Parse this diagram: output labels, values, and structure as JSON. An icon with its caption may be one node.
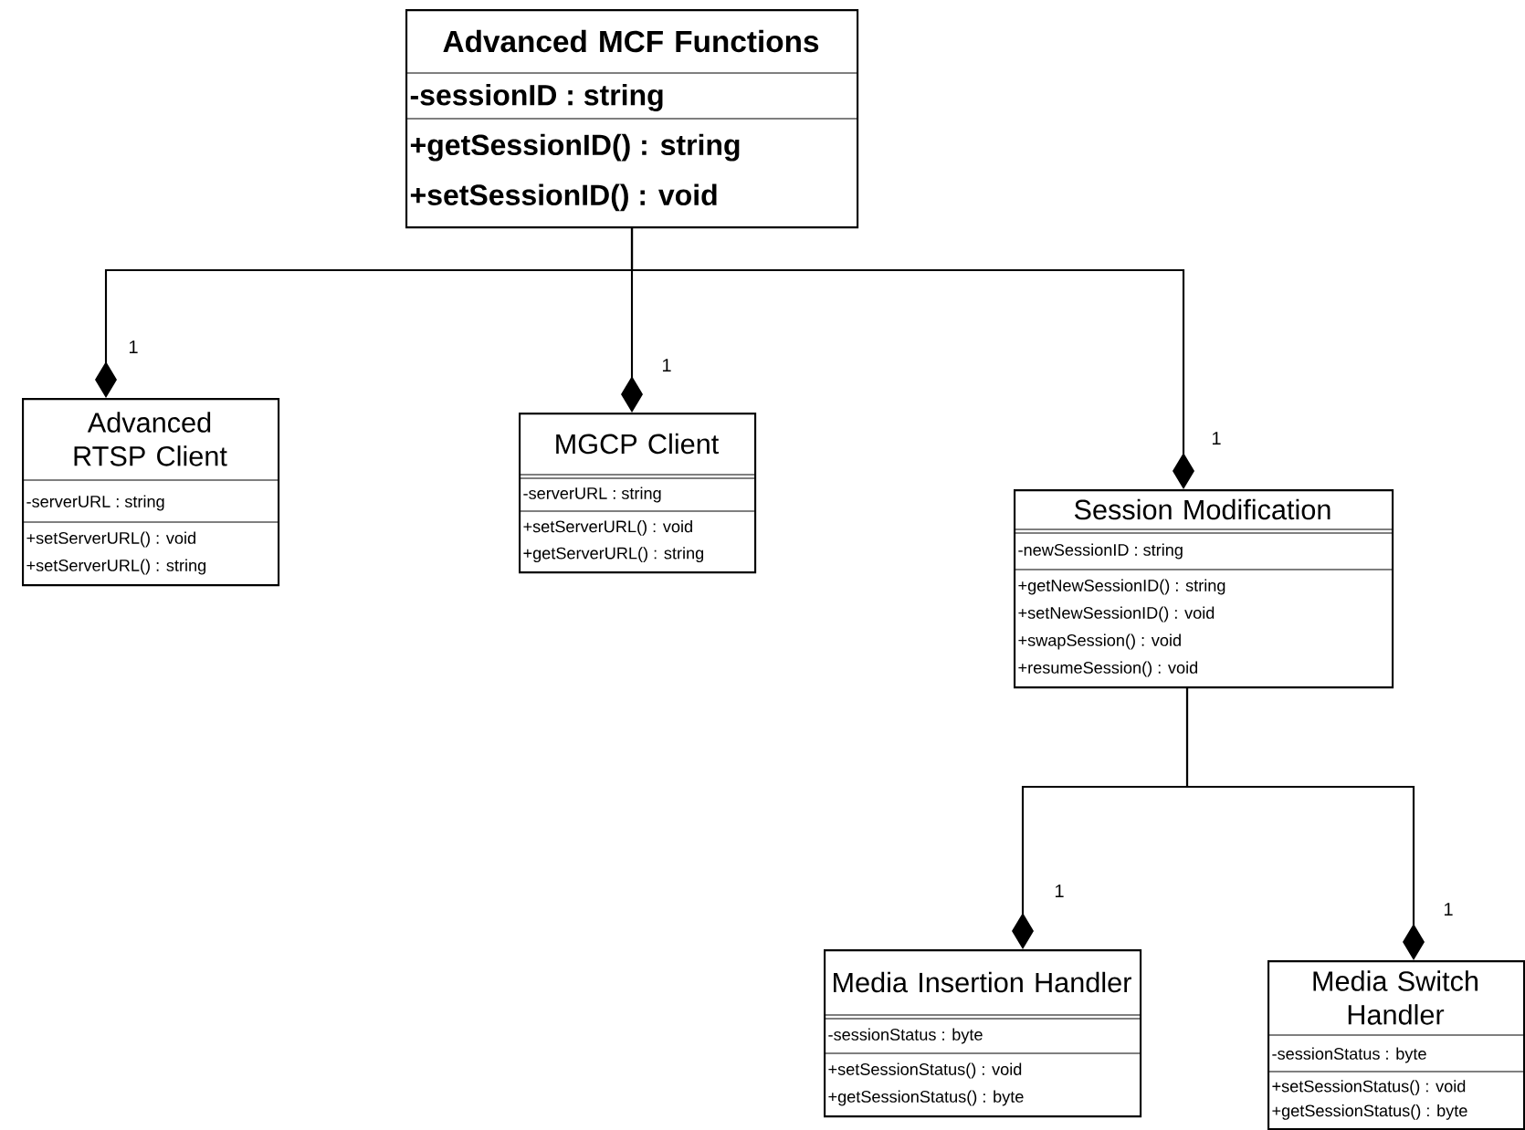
{
  "diagram": {
    "nodes": [
      {
        "text": [
          "Advanced MCF Functions",
          "-sessionID : string",
          "+getSessionID() : string",
          "+setSessionID() : void"
        ]
      },
      {
        "text": [
          "Advanced RTSP Client",
          "-serverURL : string",
          "+setServerURL() : void",
          "+setServerURL() : string"
        ]
      },
      {
        "text": [
          "MGCP Client",
          "-serverURL : string",
          "+setServerURL() : void",
          "+getServerURL() : string"
        ]
      },
      {
        "text": [
          "Session Modification",
          "-newSessionID : string",
          "+getNewSessionID() : string",
          "+setNewSessionID() : void",
          "+swapSession() : void",
          "+resumeSession() : void"
        ]
      },
      {
        "text": [
          "Media Insertion Handler",
          "-sessionStatus : byte",
          "+setSessionStatus() : void",
          "+getSessionStatus() : byte"
        ]
      },
      {
        "text": [
          "Media Switch Handler",
          "-sessionStatus : byte",
          "+setSessionStatus() : void",
          "+getSessionStatus() : byte"
        ]
      }
    ],
    "edges": [
      {
        "from": 0,
        "to": 1,
        "arrow": "other",
        "label": "1"
      },
      {
        "from": 0,
        "to": 2,
        "arrow": "other",
        "label": "1"
      },
      {
        "from": 0,
        "to": 3,
        "arrow": "other",
        "label": "1"
      },
      {
        "from": 3,
        "to": 4,
        "arrow": "other",
        "label": "1"
      },
      {
        "from": 3,
        "to": 5,
        "arrow": "other",
        "label": "1"
      }
    ]
  }
}
